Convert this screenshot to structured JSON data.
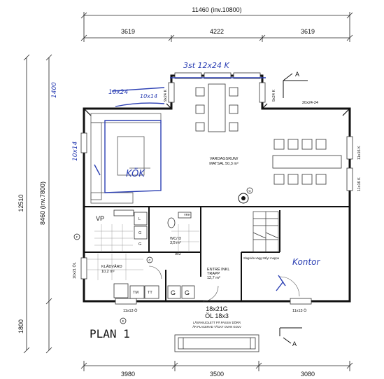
{
  "dimensions": {
    "top_total": "11460 (inv.10800)",
    "top_left": "3619",
    "top_mid": "4222",
    "top_right": "3619",
    "left_total": "12510",
    "left_inner": "8460 (inv.7800)",
    "left_bottom": "1800",
    "bottom_left": "3980",
    "bottom_mid": "3500",
    "bottom_right": "3080"
  },
  "rooms": {
    "living": "VARDAGSRUM/\nMATSAL 50,3 m²",
    "living_line1": "VARDAGSRUM/",
    "living_line2": "MATSAL 50,3 m²",
    "vp": "VP",
    "wc_line1": "WC/ D",
    "wc_line2": "3,5 m²",
    "wardrobe_line1": "KLÄDVÅRD",
    "wardrobe_line2": "10,2 m²",
    "entry_line1": "ENTRÉ INKL",
    "entry_line2": "TRAPP",
    "entry_line3": "12,7 m²",
    "stair_note": "Slagsida vägg träfyr mappa",
    "tm": "TM",
    "tt": "TT",
    "g1": "G",
    "g2": "G",
    "l": "L",
    "g_box": "G",
    "g_box2": "G",
    "size_9x2": "9x2",
    "vrh": "VRH",
    "g_circle": "G",
    "f_circle": "F",
    "e_circle": "E",
    "c_circle": "C"
  },
  "windows": {
    "w_top_left": "9x24 K",
    "w_top_right": "9x24 K",
    "w_right_1": "11x16 K",
    "w_right_2": "11x16 K",
    "w_left": "10x21 ÖL",
    "w_bottom_left": "11x13 Ö",
    "w_bottom_right": "11x13 Ö",
    "door_size": "20x24-24"
  },
  "entrance": {
    "line1": "18x21G",
    "line2": "ÖL 18x3",
    "line3": "LÅSPANJOLETT PÅ PASSIV DÖRR",
    "line4": "ÄR PLACERAD TÄCKT OVAN GOLV"
  },
  "section_marks": {
    "top": "A",
    "bottom": "A"
  },
  "plan_label": "PLAN 1",
  "handwritten": {
    "top": "3st 12x24 K",
    "k1": "10x24",
    "k2": "10x14",
    "left_vertical": "1400",
    "left_window": "10x14",
    "kitchen": "KÖK",
    "right": "Kontor"
  }
}
